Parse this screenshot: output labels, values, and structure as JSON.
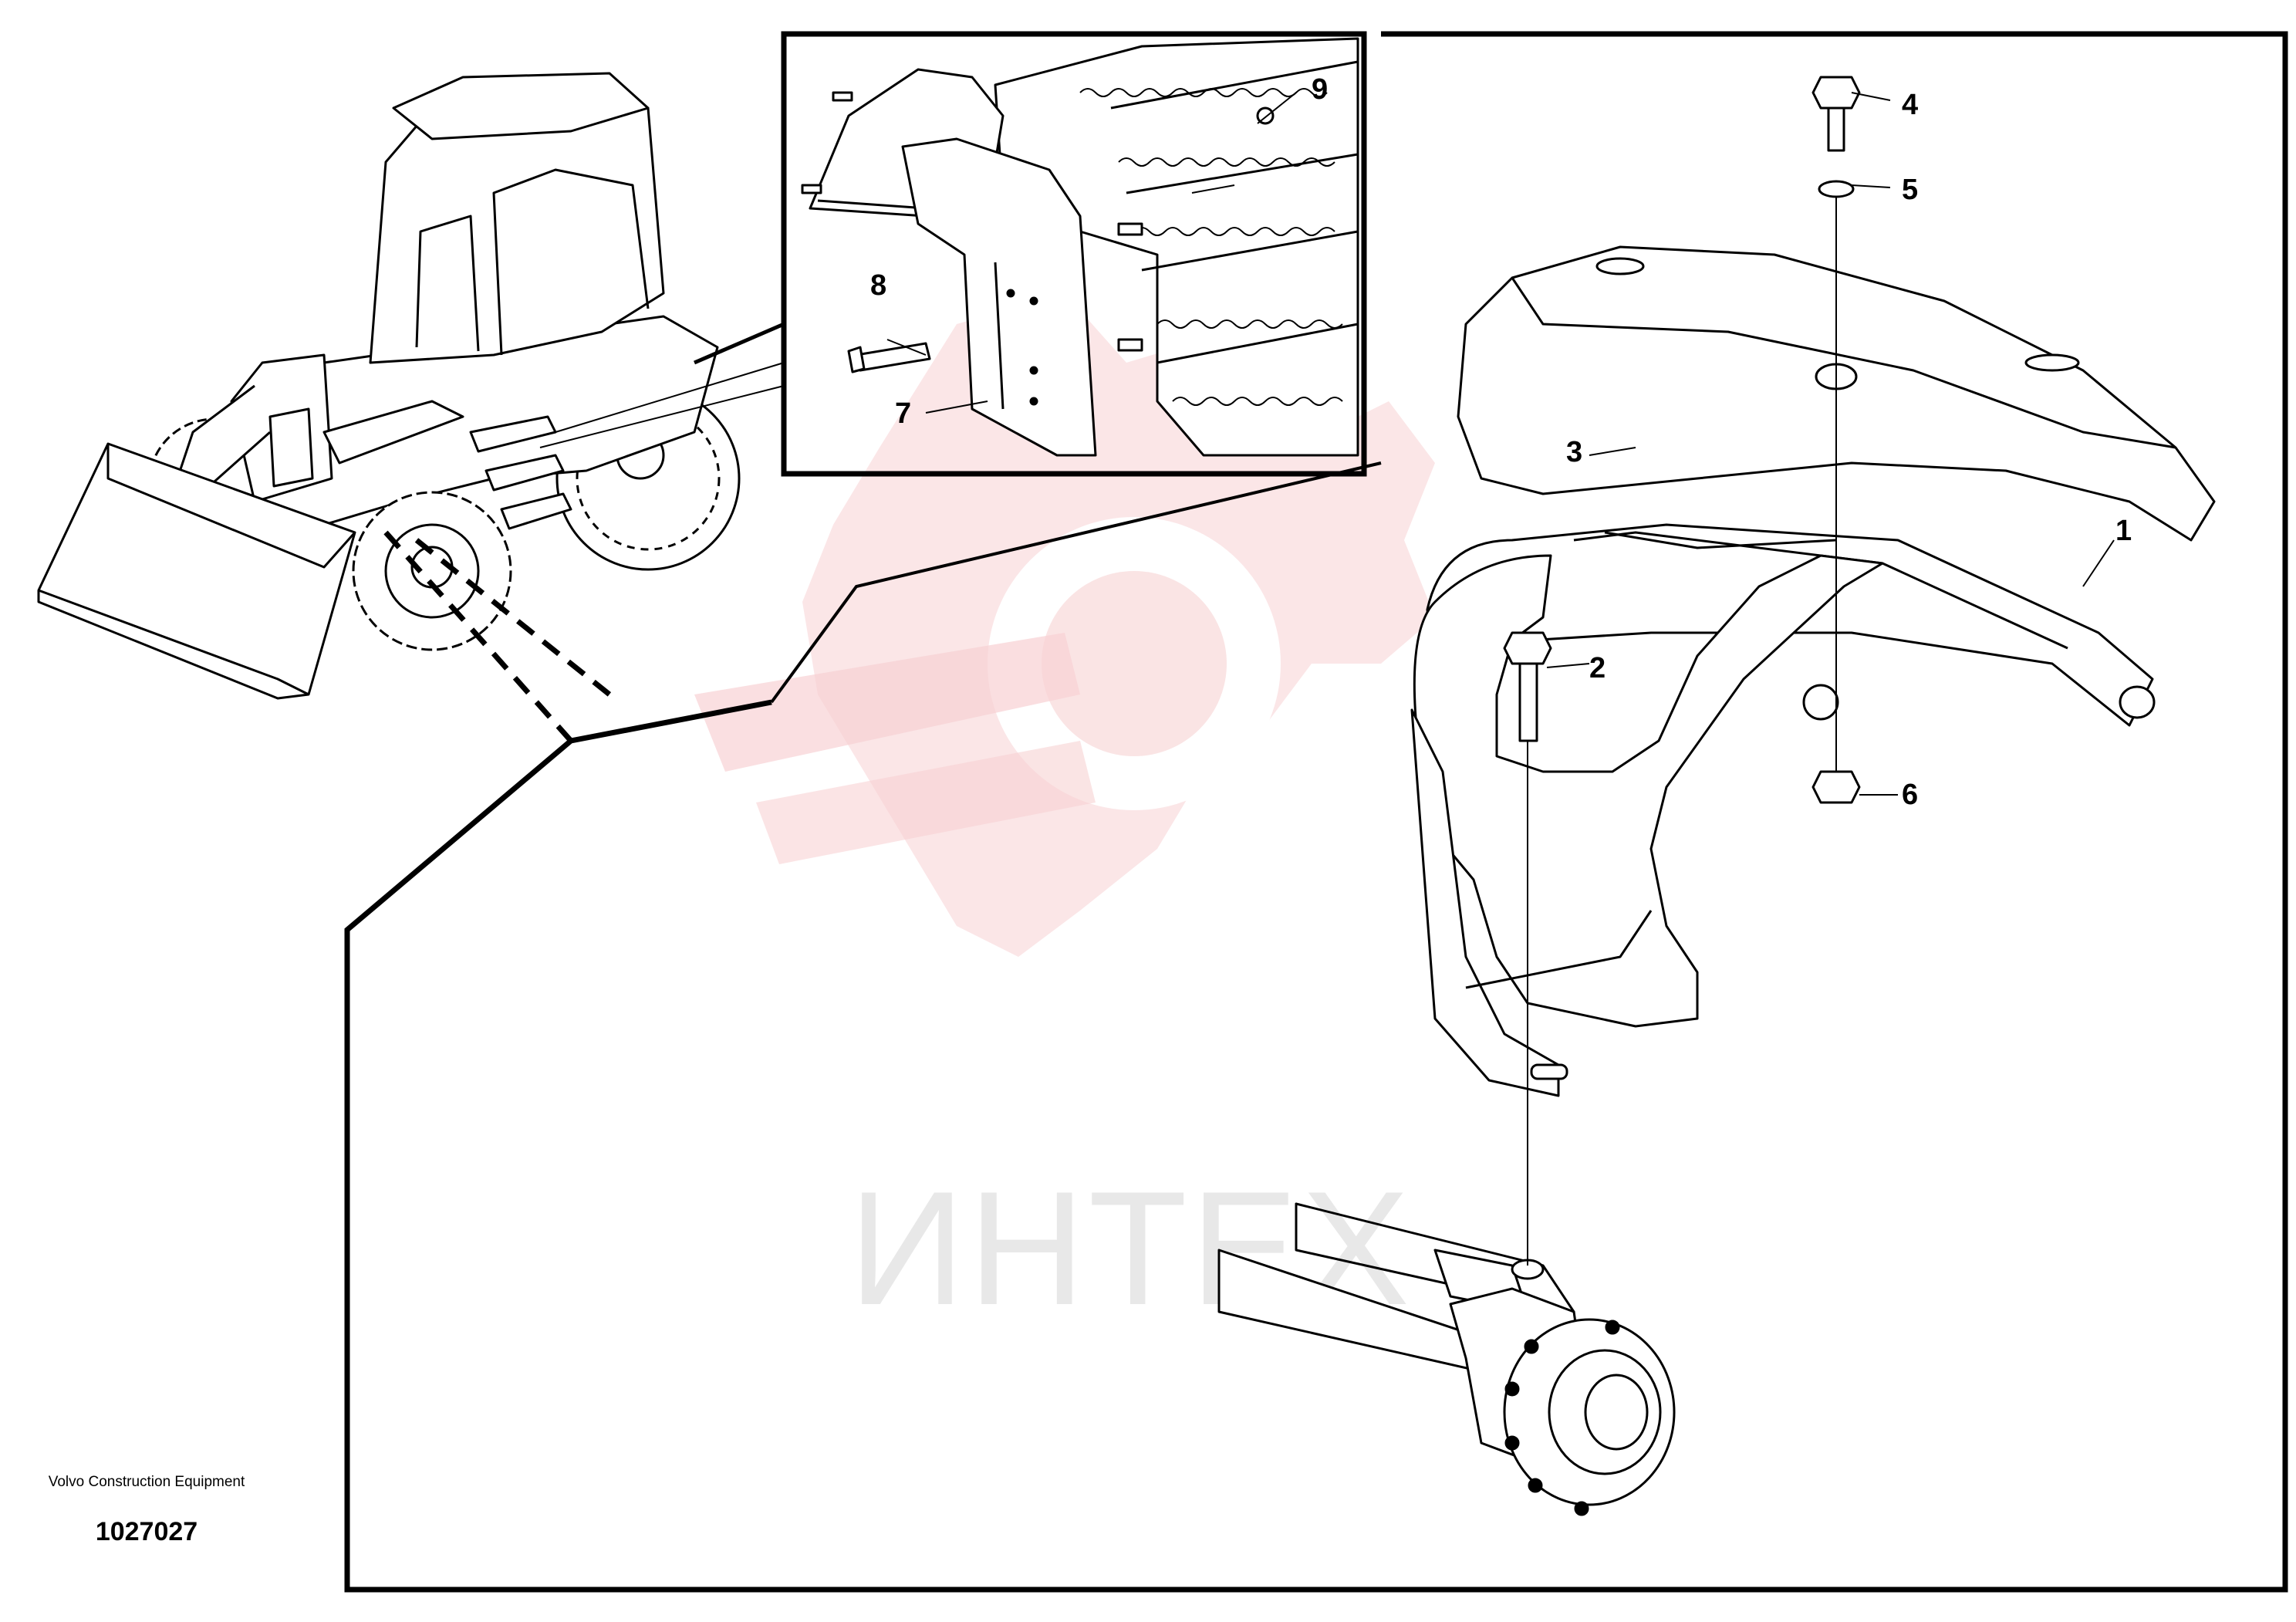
{
  "watermark": {
    "text": "ИНТЕХ",
    "logo_color": "#f6c9cc",
    "text_color": "#e4e4e4"
  },
  "callouts": [
    {
      "id": "1",
      "label": "1"
    },
    {
      "id": "2",
      "label": "2"
    },
    {
      "id": "3",
      "label": "3"
    },
    {
      "id": "4",
      "label": "4"
    },
    {
      "id": "5",
      "label": "5"
    },
    {
      "id": "6",
      "label": "6"
    },
    {
      "id": "7",
      "label": "7"
    },
    {
      "id": "8",
      "label": "8"
    },
    {
      "id": "9",
      "label": "9"
    }
  ],
  "footer": {
    "manufacturer": "Volvo Construction Equipment",
    "document_number": "1027027"
  }
}
